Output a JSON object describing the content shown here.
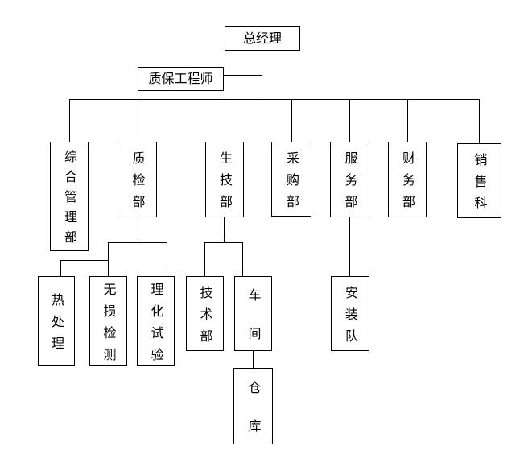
{
  "diagram": {
    "type": "org-chart",
    "background_color": "#ffffff",
    "line_color": "#000000",
    "nodes": {
      "general_manager": "总经理",
      "qa_engineer": "质保工程师",
      "general_admin_dept": "综合管理部",
      "quality_inspection_dept": "质检部",
      "production_tech_dept": "生技部",
      "purchasing_dept": "采购部",
      "service_dept": "服务部",
      "finance_dept": "财务部",
      "sales_section": "销售科",
      "heat_treatment": "热处理",
      "ndt_inspection": "无损检测",
      "physicochemical_test": "理化试验",
      "technical_dept": "技术部",
      "workshop": "车间",
      "installation_team": "安装队",
      "warehouse": "仓库"
    },
    "edges": [
      {
        "from": "总经理",
        "to": "质保工程师"
      },
      {
        "from": "总经理",
        "to": "综合管理部"
      },
      {
        "from": "总经理",
        "to": "质检部"
      },
      {
        "from": "总经理",
        "to": "生技部"
      },
      {
        "from": "总经理",
        "to": "采购部"
      },
      {
        "from": "总经理",
        "to": "服务部"
      },
      {
        "from": "总经理",
        "to": "财务部"
      },
      {
        "from": "总经理",
        "to": "销售科"
      },
      {
        "from": "质检部",
        "to": "热处理"
      },
      {
        "from": "质检部",
        "to": "无损检测"
      },
      {
        "from": "质检部",
        "to": "理化试验"
      },
      {
        "from": "生技部",
        "to": "技术部"
      },
      {
        "from": "生技部",
        "to": "车间"
      },
      {
        "from": "服务部",
        "to": "安装队"
      },
      {
        "from": "车间",
        "to": "仓库"
      }
    ]
  }
}
